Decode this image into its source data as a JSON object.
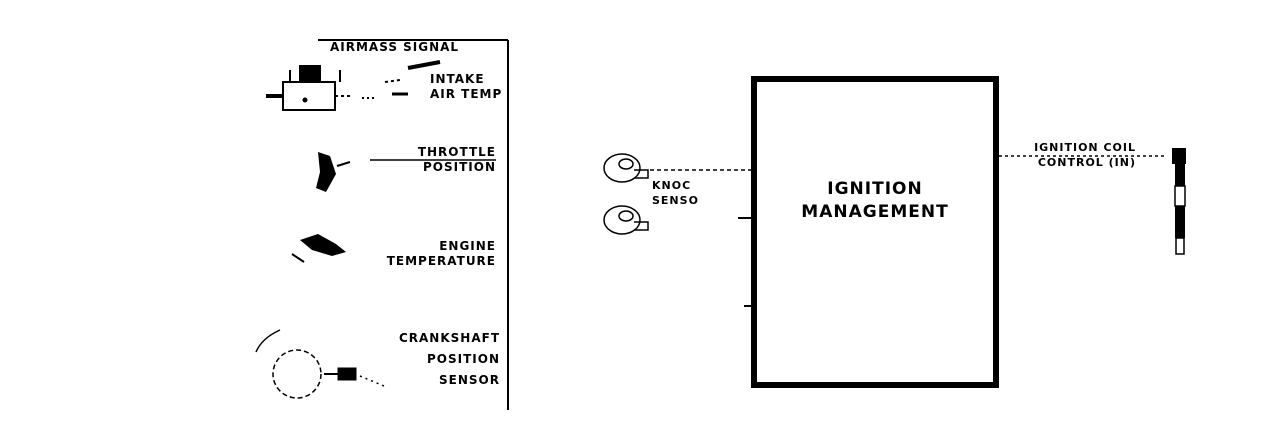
{
  "sensors": {
    "airmass_signal": "AIRMASS SIGNAL",
    "intake_air_temp": [
      "INTAKE",
      "AIR TEMP"
    ],
    "throttle_position": [
      "THROTTLE",
      "POSITION"
    ],
    "engine_temperature": [
      "ENGINE",
      "TEMPERATURE"
    ],
    "crankshaft_position_sensor": [
      "CRANKSHAFT",
      "POSITION",
      "SENSOR"
    ]
  },
  "knock_sensor": [
    "KNOC",
    "SENSO"
  ],
  "module": {
    "title": [
      "IGNITION",
      "MANAGEMENT"
    ]
  },
  "output": [
    "IGNITION COIL",
    "CONTROL (IN)"
  ]
}
